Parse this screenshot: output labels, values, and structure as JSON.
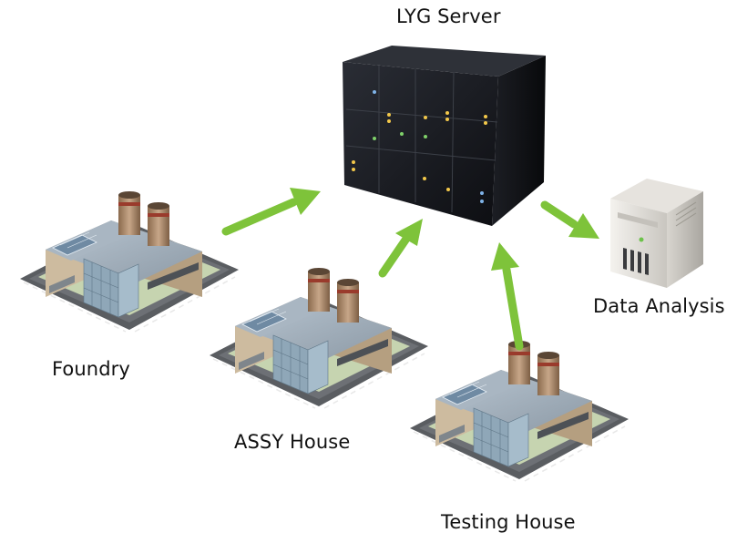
{
  "nodes": {
    "server": {
      "label": "LYG Server"
    },
    "analysis": {
      "label": "Data Analysis"
    },
    "foundry": {
      "label": "Foundry"
    },
    "assy": {
      "label": "ASSY House"
    },
    "testing": {
      "label": "Testing House"
    }
  },
  "edges": [
    {
      "from": "Foundry",
      "to": "LYG Server"
    },
    {
      "from": "ASSY House",
      "to": "LYG Server"
    },
    {
      "from": "Testing House",
      "to": "LYG Server"
    },
    {
      "from": "LYG Server",
      "to": "Data Analysis"
    }
  ],
  "colors": {
    "arrow": "#7ec33a",
    "server": "#15171c",
    "factory_wall": "#c9b79c",
    "road": "#55585c"
  }
}
